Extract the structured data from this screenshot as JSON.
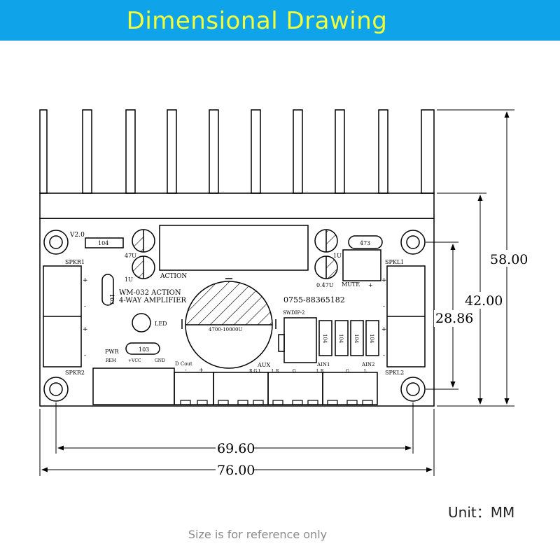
{
  "banner": {
    "title": "Dimensional Drawing",
    "bg_color": "#0fa3ea",
    "text_color": "#f2ff3a"
  },
  "dimensions": {
    "total_height": "58.00",
    "board_height": "42.00",
    "hole_spacing_vertical": "28.86",
    "hole_spacing_horizontal": "69.60",
    "board_width": "76.00"
  },
  "pcb_labels": {
    "version": "V2.0",
    "cap_104_top": "104",
    "cap_47u": "47U",
    "cap_1u_left": "1U",
    "action": "ACTION",
    "cap_1u_right": "1U",
    "cap_047u": "0.47U",
    "res_473": "473",
    "mute": "MUTE",
    "mute_plus": "+",
    "spkr1": "SPKR1",
    "spkr2": "SPKR2",
    "spkl1": "SPKL1",
    "spkl2": "SPKL2",
    "res_103_vertical": "103",
    "model": "WM-032 ACTION",
    "subtitle": "4-WAY AMPLIFIER",
    "phone": "0755-88365182",
    "main_cap": "4700-10000U",
    "led": "LED",
    "pwr": "PWR",
    "res_103": "103",
    "rem": "REM",
    "vcc": "+VCC",
    "gnd": "GND",
    "dcout": "D Cout",
    "dc_minus": "-",
    "dc_plus": "+",
    "aux": "AUX",
    "aux_rgl": "R G L",
    "ain1": "AIN1",
    "ain1_lr": "L   R",
    "ain2": "AIN2",
    "ain2_g": "G",
    "ain2_l": "L",
    "g_mid": "G",
    "swdip": "SWDIP-2",
    "ceramic_cap": "104",
    "plus_sign": "+",
    "minus_sign": "-"
  },
  "unit": "Unit：MM",
  "disclaimer": "Size is for reference only"
}
